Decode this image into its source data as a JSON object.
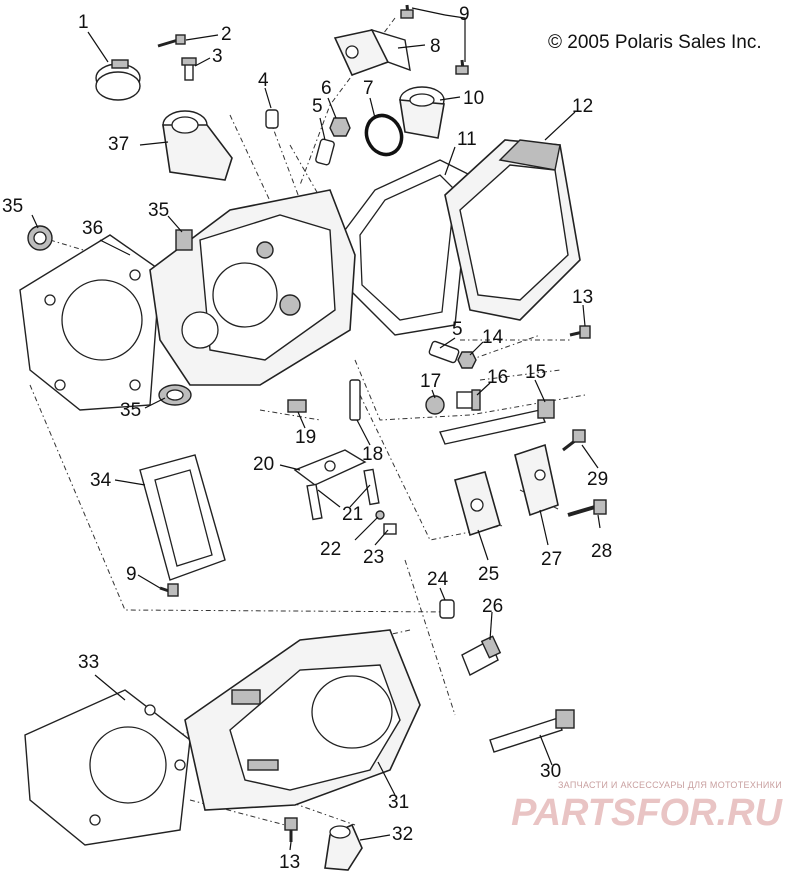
{
  "copyright": "© 2005 Polaris Sales Inc.",
  "watermark": {
    "top_line": "ЗАПЧАСТИ И АКСЕССУАРЫ ДЛЯ МОТОТЕХНИКИ",
    "brand": "PARTSFOR.RU"
  },
  "callouts": {
    "c1": "1",
    "c2": "2",
    "c3": "3",
    "c4": "4",
    "c5a": "5",
    "c5b": "5",
    "c6": "6",
    "c7": "7",
    "c8": "8",
    "c9a": "9",
    "c9b": "9",
    "c10": "10",
    "c11": "11",
    "c12": "12",
    "c13a": "13",
    "c13b": "13",
    "c14": "14",
    "c15": "15",
    "c16": "16",
    "c17": "17",
    "c18": "18",
    "c19": "19",
    "c20": "20",
    "c21": "21",
    "c22": "22",
    "c23": "23",
    "c24": "24",
    "c25": "25",
    "c26": "26",
    "c27": "27",
    "c28": "28",
    "c29": "29",
    "c30": "30",
    "c31": "31",
    "c32": "32",
    "c33": "33",
    "c34": "34",
    "c35a": "35",
    "c35b": "35",
    "c35c": "35",
    "c36": "36",
    "c37": "37"
  }
}
